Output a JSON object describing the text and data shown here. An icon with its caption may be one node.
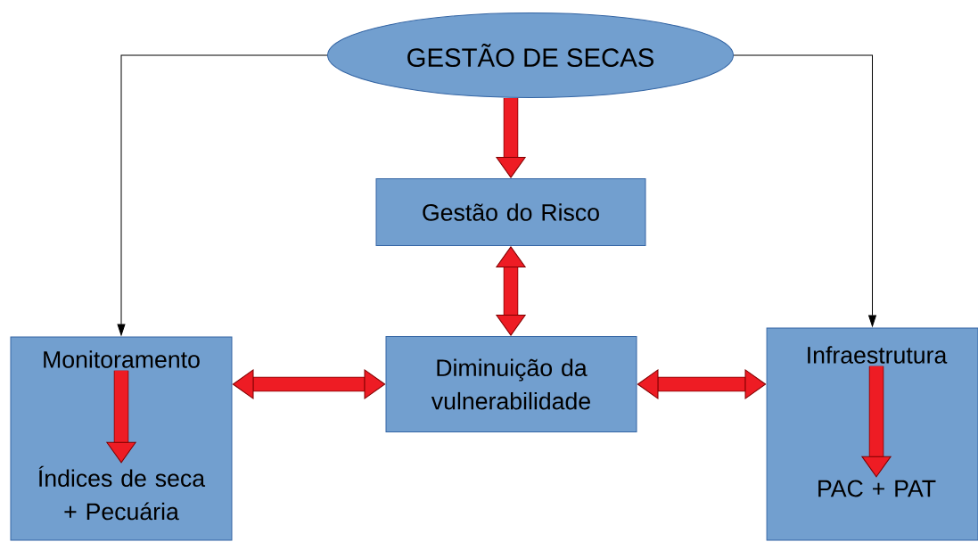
{
  "diagram": {
    "nodes": [
      {
        "text": [
          "GESTÃO DE SECAS"
        ]
      },
      {
        "text": [
          "Gestão do Risco"
        ]
      },
      {
        "text": [
          "Diminuição da vulnerabilidade"
        ]
      },
      {
        "text": [],
        "shape": "box"
      },
      {
        "text": [
          "Monitoramento"
        ],
        "in": 3
      },
      {
        "text": [
          "Índices de seca + Pecuária"
        ],
        "in": 3
      },
      {
        "text": [],
        "shape": "box"
      },
      {
        "text": [
          "Infraestrutura"
        ],
        "in": 6
      },
      {
        "text": [
          "PAC + PAT"
        ],
        "in": 6
      }
    ],
    "edges": [
      {
        "from": 0,
        "to": 3,
        "arrow": "to",
        "color": "#000000"
      },
      {
        "from": 0,
        "to": 6,
        "arrow": "to",
        "color": "#000000"
      },
      {
        "from": 0,
        "to": 1,
        "arrow": "to"
      },
      {
        "from": 1,
        "to": 2,
        "arrow": "both"
      },
      {
        "from": 2,
        "to": 3,
        "arrow": "both"
      },
      {
        "from": 2,
        "to": 6,
        "arrow": "both"
      },
      {
        "from": 4,
        "to": 5,
        "arrow": "to"
      },
      {
        "from": 7,
        "to": 8,
        "arrow": "to"
      }
    ]
  }
}
